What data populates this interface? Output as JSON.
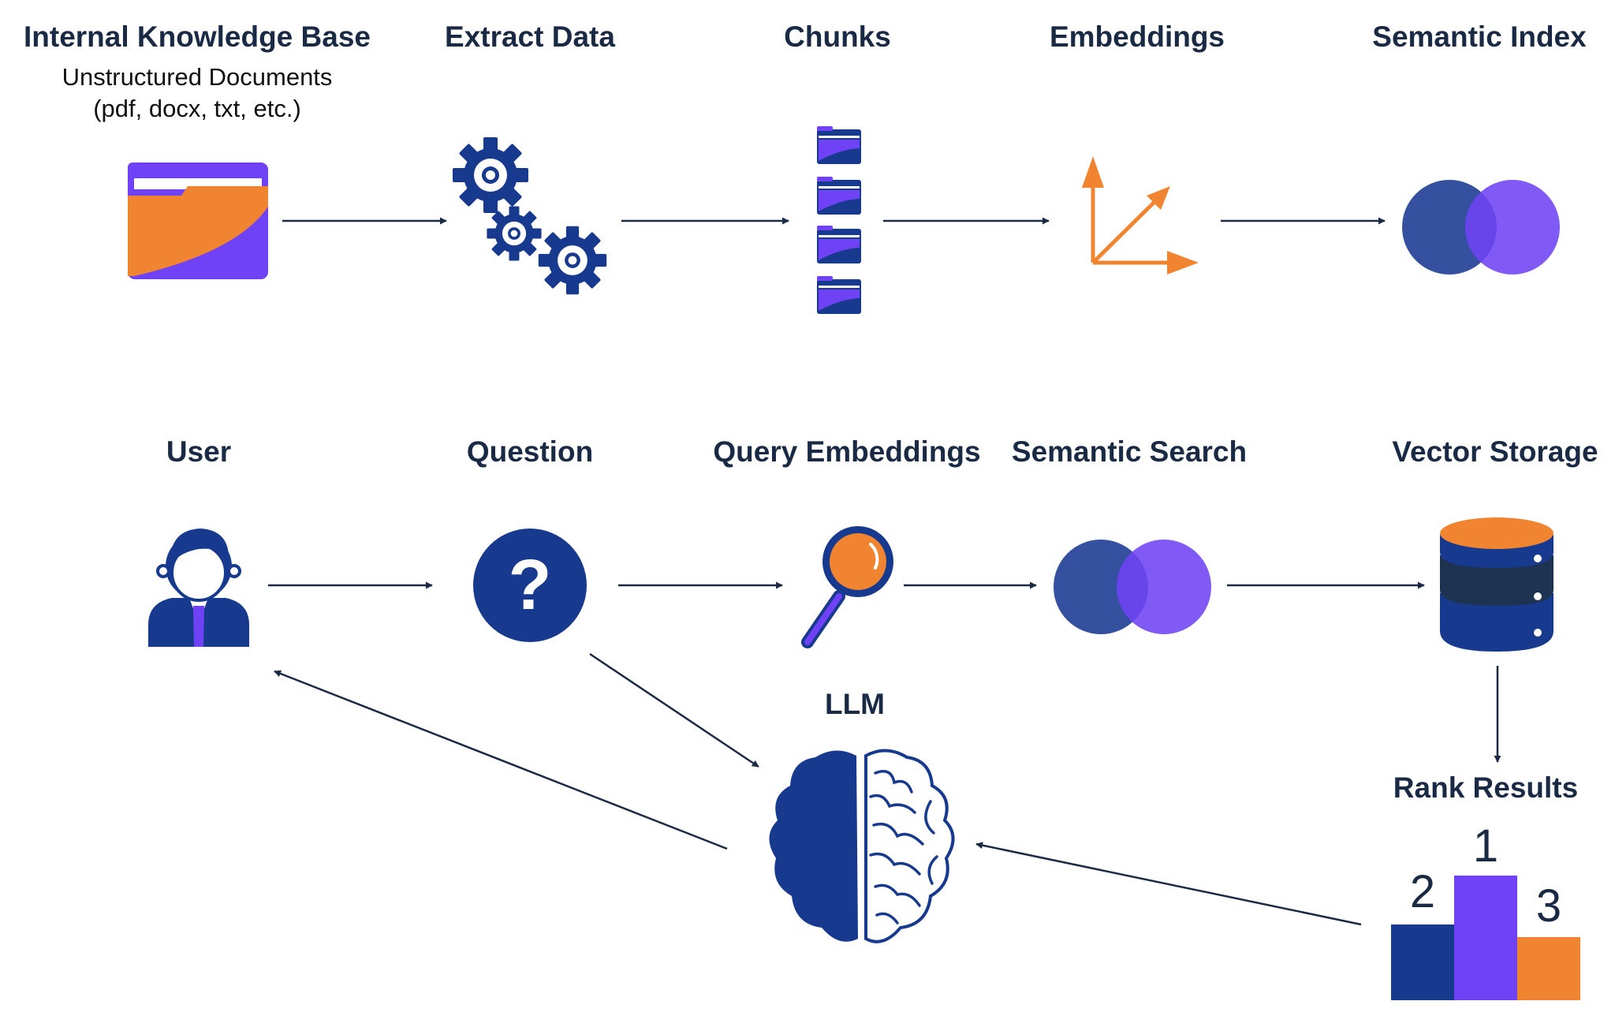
{
  "colors": {
    "navy": "#173a8f",
    "purple": "#6f43f5",
    "orange": "#f08430",
    "text": "#1a2a44",
    "arrow": "#1a2a44"
  },
  "top_row": {
    "knowledge_base": {
      "title": "Internal Knowledge Base",
      "subtitle_line1": "Unstructured Documents",
      "subtitle_line2": "(pdf, docx, txt, etc.)",
      "icon": "folder-icon"
    },
    "extract": {
      "title": "Extract Data",
      "icon": "gears-icon"
    },
    "chunks": {
      "title": "Chunks",
      "icon": "stacked-folders-icon"
    },
    "embeddings": {
      "title": "Embeddings",
      "icon": "vector-axes-icon"
    },
    "semantic_index": {
      "title": "Semantic Index",
      "icon": "venn-circles-icon"
    }
  },
  "bottom_row": {
    "user": {
      "title": "User",
      "icon": "user-icon"
    },
    "question": {
      "title": "Question",
      "icon": "question-mark-icon"
    },
    "query_embeddings": {
      "title": "Query Embeddings",
      "icon": "magnifier-icon"
    },
    "semantic_search": {
      "title": "Semantic Search",
      "icon": "venn-circles-icon"
    },
    "vector_storage": {
      "title": "Vector Storage",
      "icon": "database-icon"
    }
  },
  "llm": {
    "title": "LLM",
    "icon": "brain-icon"
  },
  "rank_results": {
    "title": "Rank Results",
    "icon": "podium-icon",
    "places": [
      "2",
      "1",
      "3"
    ]
  }
}
